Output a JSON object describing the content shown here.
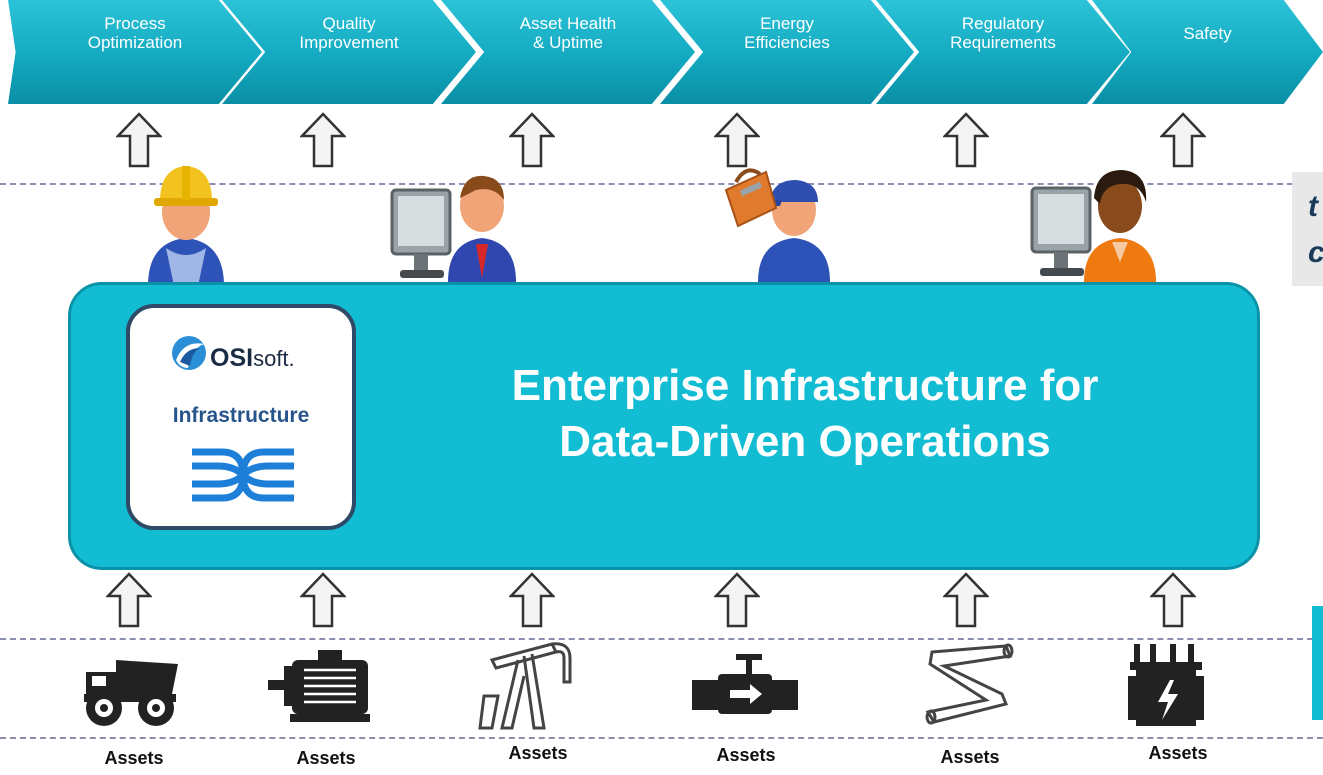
{
  "outcomes": [
    {
      "label": "Process\nOptimization"
    },
    {
      "label": "Quality\nImprovement"
    },
    {
      "label": "Asset Health\n& Uptime"
    },
    {
      "label": "Energy\nEfficiencies"
    },
    {
      "label": "Regulatory\nRequirements"
    },
    {
      "label": "Safety"
    }
  ],
  "people": [
    {
      "icon": "hardhat-worker-icon"
    },
    {
      "icon": "desktop-analyst-icon"
    },
    {
      "icon": "toolbox-technician-icon"
    },
    {
      "icon": "desktop-operator-icon"
    }
  ],
  "infrastructure": {
    "brand_bold": "OSI",
    "brand_rest": "soft.",
    "card_label": "Infrastructure",
    "title": "Enterprise Infrastructure for\nData-Driven Operations"
  },
  "assets": [
    {
      "label": "Assets",
      "icon": "mining-truck-icon"
    },
    {
      "label": "Assets",
      "icon": "electric-motor-icon"
    },
    {
      "label": "Assets",
      "icon": "oil-pump-jack-icon"
    },
    {
      "label": "Assets",
      "icon": "valve-icon"
    },
    {
      "label": "Assets",
      "icon": "pipeline-icon"
    },
    {
      "label": "Assets",
      "icon": "transformer-icon"
    }
  ],
  "side_fragments": [
    "t",
    "c"
  ],
  "colors": {
    "chevron": "#13a9c0",
    "band": "#12bdd4",
    "card_border": "#2e4a66",
    "infra_text": "#27548a"
  }
}
